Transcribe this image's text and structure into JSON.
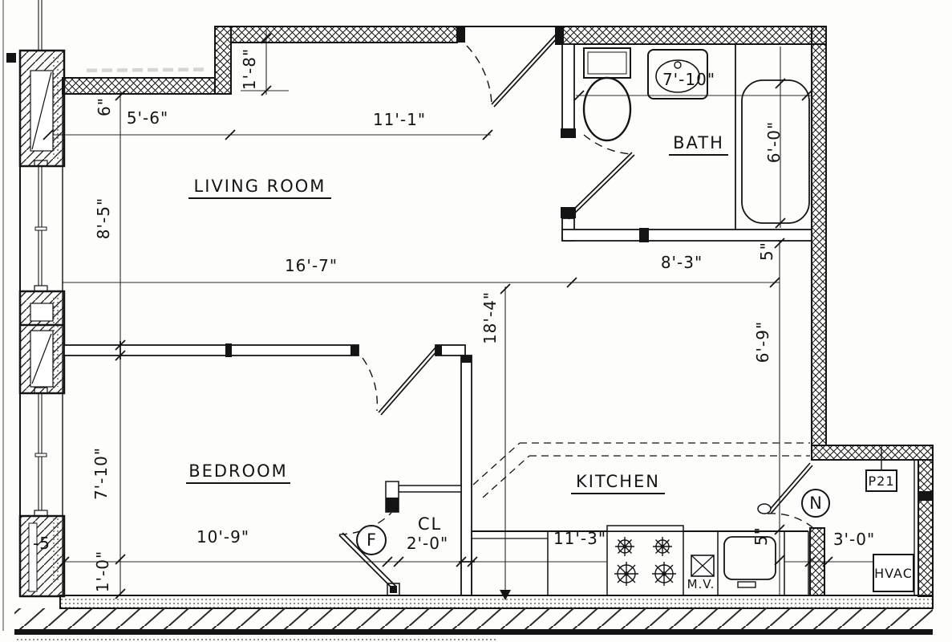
{
  "plan": {
    "rooms": {
      "living": "LIVING ROOM",
      "bedroom": "BEDROOM",
      "bath": "BATH",
      "kitchen": "KITCHEN",
      "closet": "CL"
    },
    "dims": {
      "entry_left": "5'-6\"",
      "entry_top": "11'-1\"",
      "top_jog": "1'-8\"",
      "wall_offset_6in": "6\"",
      "living_height": "8'-5\"",
      "living_width": "16'-7\"",
      "bath_width": "7'-10\"",
      "tub_length": "6'-0\"",
      "hall_width": "8'-3\"",
      "wall_jog_5in": "5\"",
      "kitchen_depth": "6'-9\"",
      "unit_depth": "18'-4\"",
      "bedroom_height": "7'-10\"",
      "bedroom_width": "10'-9\"",
      "base_offset": "1'-0\"",
      "closet_width": "2'-0\"",
      "counter_run": "11'-3\"",
      "nook_width": "3'-0\"",
      "counter_end_5in": "5\"",
      "corner_note": "-5"
    },
    "doors": {
      "f": "F",
      "n": "N"
    },
    "equipment": {
      "panel": "P21",
      "vent": "M.V.",
      "hvac": "HVAC"
    }
  }
}
